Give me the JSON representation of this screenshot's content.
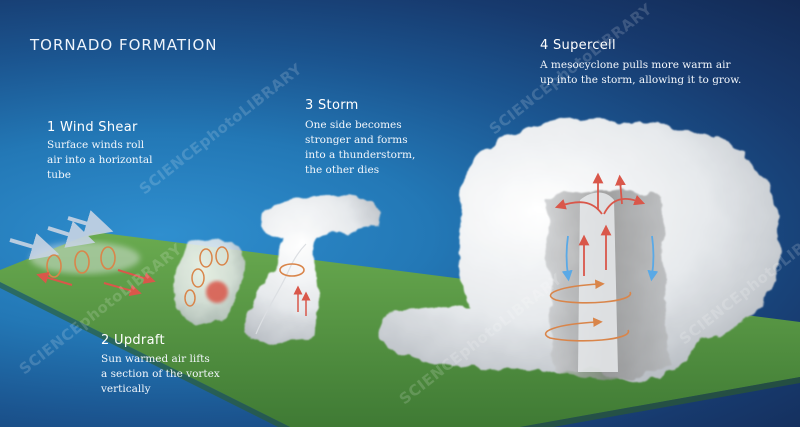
{
  "title": "TORNADO FORMATION",
  "steps": [
    {
      "heading": "1 Wind Shear",
      "text": [
        "Surface winds roll",
        "air into a horizontal",
        "tube"
      ]
    },
    {
      "heading": "2 Updraft",
      "text": [
        "Sun warmed air lifts",
        "a section of the vortex",
        "vertically"
      ]
    },
    {
      "heading": "3 Storm",
      "text": [
        "One side becomes",
        "stronger and forms",
        "into a thunderstorm,",
        "the other dies"
      ]
    },
    {
      "heading": "4 Supercell",
      "text": [
        "A mesocyclone pulls more warm air",
        "up into the storm, allowing it to grow."
      ]
    }
  ],
  "watermark": "SCIENCEphotoLIBRARY",
  "colors": {
    "sky_light": "#2f8fcf",
    "sky_dark": "#132a55",
    "ground": "#5a9a45",
    "warm_arrow": "#d9574a",
    "cold_arrow": "#5aa9e6",
    "cloud": "#e9ecef"
  }
}
